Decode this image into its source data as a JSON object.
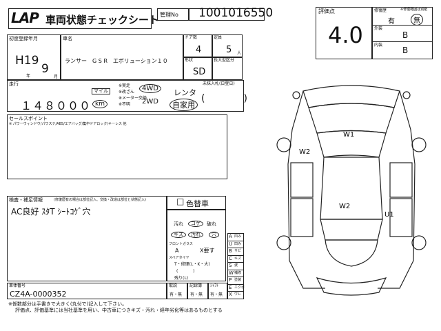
{
  "header": {
    "logo": "LAP",
    "title": "車両状態チェックシート",
    "mgmt_label": "管理No",
    "mgmt_no": "1001016550",
    "score_label": "評価点",
    "score": "4.0"
  },
  "history": {
    "label": "修復歴",
    "value_left": "有",
    "value_circled": "無",
    "note": "※修復範囲は別紙",
    "exterior_label": "外装",
    "exterior": "B",
    "interior_label": "内装",
    "interior": "B"
  },
  "reg": {
    "label": "初度登録年月",
    "era": "H19",
    "year_suffix": "年",
    "month": "9",
    "month_suffix": "月"
  },
  "car": {
    "name_label": "車名",
    "name": "ランサー　G S R　エボリューション１０",
    "doors_label": "ドア数",
    "doors": "4",
    "capacity_label": "定員",
    "capacity": "5",
    "capacity_unit": "人",
    "body_label": "形状",
    "body": "SD",
    "size_label": "長大型区分",
    "size": ""
  },
  "mileage": {
    "label": "走行",
    "value": "１４８０００",
    "unit_km": "km",
    "unit_mile": "マイル",
    "opt1": "※実走",
    "opt2": "※改ざん",
    "opt3": "※メーター交換",
    "opt4": "※不明",
    "drive_4wd": "4WD",
    "drive_2wd": "2WD",
    "use_rental": "レンタ",
    "use_private": "自家用",
    "unregistered_label": "未抹入札(日登日)",
    "unregistered_paren": "(　　　　)"
  },
  "sales_point": {
    "label": "セールスポイント",
    "note": "※ パワーウィンドウ/パワステ/ABS/エアバッグ/集中ドアロック/キーレス 他"
  },
  "inspector": {
    "label": "検査・補足情報",
    "note": "(修復歴有の場合は部位記入、交換・改造は部位と状態記入)",
    "text": "AC良好 ｽﾀT ｼｰﾄｺｹﾞ穴"
  },
  "repaint": {
    "checkbox": "□",
    "label": "色替車"
  },
  "interior_check": {
    "items": [
      "汚れ",
      "コゲ",
      "破れ",
      "キズ",
      "汚れ",
      "穴"
    ],
    "front_glass_label": "フロントガラス",
    "front_glass_a": "A",
    "front_glass_x": "X要す",
    "unreg_label": "スペアタイヤ",
    "marks_label": "T・修理(L・K・大)",
    "marks_line2": "( 　　　 )",
    "remaining_label": "残り(L)"
  },
  "legend": {
    "rows": [
      [
        "A",
        "凹み"
      ],
      [
        "U",
        "凹み"
      ],
      [
        "B",
        "サビ"
      ],
      [
        "C",
        "キズ"
      ],
      [
        "S",
        "波"
      ],
      [
        "W",
        "補修"
      ],
      [
        "P",
        "塗装"
      ],
      [
        "E",
        "エクボ"
      ],
      [
        "X",
        "ワレ"
      ]
    ]
  },
  "chassis": {
    "label": "車体番号",
    "value": "CZ4A-0000352",
    "col2_label": "取説",
    "col2_values": [
      "有",
      "・",
      "無"
    ],
    "col3_label": "記録簿",
    "col3_values": [
      "有",
      "・",
      "無"
    ],
    "col4_label": "ｼｬﾌﾄ",
    "col4_values": [
      "有",
      "・",
      "無"
    ]
  },
  "footer": {
    "line1": "※係数部分は手書きで大きく(丸付で)記入して下さい。",
    "line2": "評価点、評価基準には当社基準を用い、中古車につきキズ・汚れ・経年劣化等はあるものとする"
  },
  "diagram": {
    "marks": [
      "W1",
      "W2",
      "W2",
      "U1"
    ]
  }
}
